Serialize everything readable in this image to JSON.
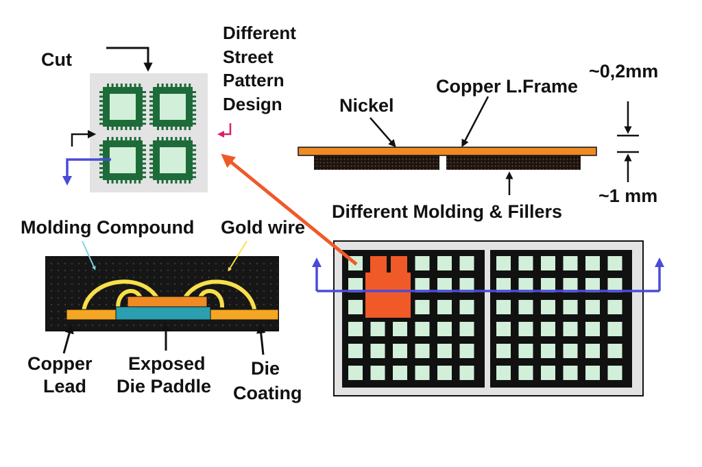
{
  "labels": {
    "cut": "Cut",
    "street_line1": "Different",
    "street_line2": "Street",
    "street_line3": "Pattern",
    "street_line4": "Design",
    "nickel": "Nickel",
    "copper_frame": "Copper L.Frame",
    "thickness_top": "~0,2mm",
    "thickness_bottom": "~1 mm",
    "molding_fillers": "Different Molding & Fillers",
    "molding_compound": "Molding Compound",
    "gold_wire": "Gold wire",
    "copper_lead_1": "Copper",
    "copper_lead_2": "Lead",
    "exposed_1": "Exposed",
    "exposed_2": "Die Paddle",
    "die_coating_1": "Die",
    "die_coating_2": "Coating"
  },
  "colors": {
    "copper_orange": "#f08a24",
    "leadframe_orange": "#f5a623",
    "highlight_red": "#f05a28",
    "arrow_red": "#ef5a2a",
    "gold_wire_yellow": "#f7e04a",
    "die_paddle_teal": "#2a9fb0",
    "pad_green": "#d2efd9",
    "qfn_green": "#1e6b3a",
    "street_blue": "#4a4ad8",
    "street_pink": "#d8206e",
    "mold_black": "#161616",
    "panel_gray": "#e3e3e3"
  },
  "icons": {
    "cut_arrow": "arrow-down-icon",
    "street_arrow": "return-arrow-icon",
    "connector_arrow": "diagonal-arrow-icon"
  }
}
